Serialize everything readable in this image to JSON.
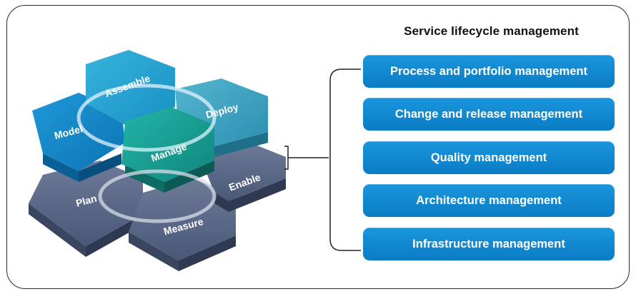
{
  "title": "Service lifecycle management",
  "hexagons": {
    "assemble": "Assemble",
    "deploy": "Deploy",
    "model": "Model",
    "manage": "Manage",
    "enable": "Enable",
    "plan": "Plan",
    "measure": "Measure"
  },
  "items": [
    "Process and portfolio management",
    "Change and release management",
    "Quality management",
    "Architecture management",
    "Infrastructure management"
  ],
  "colors": {
    "upper_hex": "#1b8fc9",
    "manage_hex": "#1aa39a",
    "lower_hex": "#4f5f7e",
    "pill": "#0d85cf"
  }
}
